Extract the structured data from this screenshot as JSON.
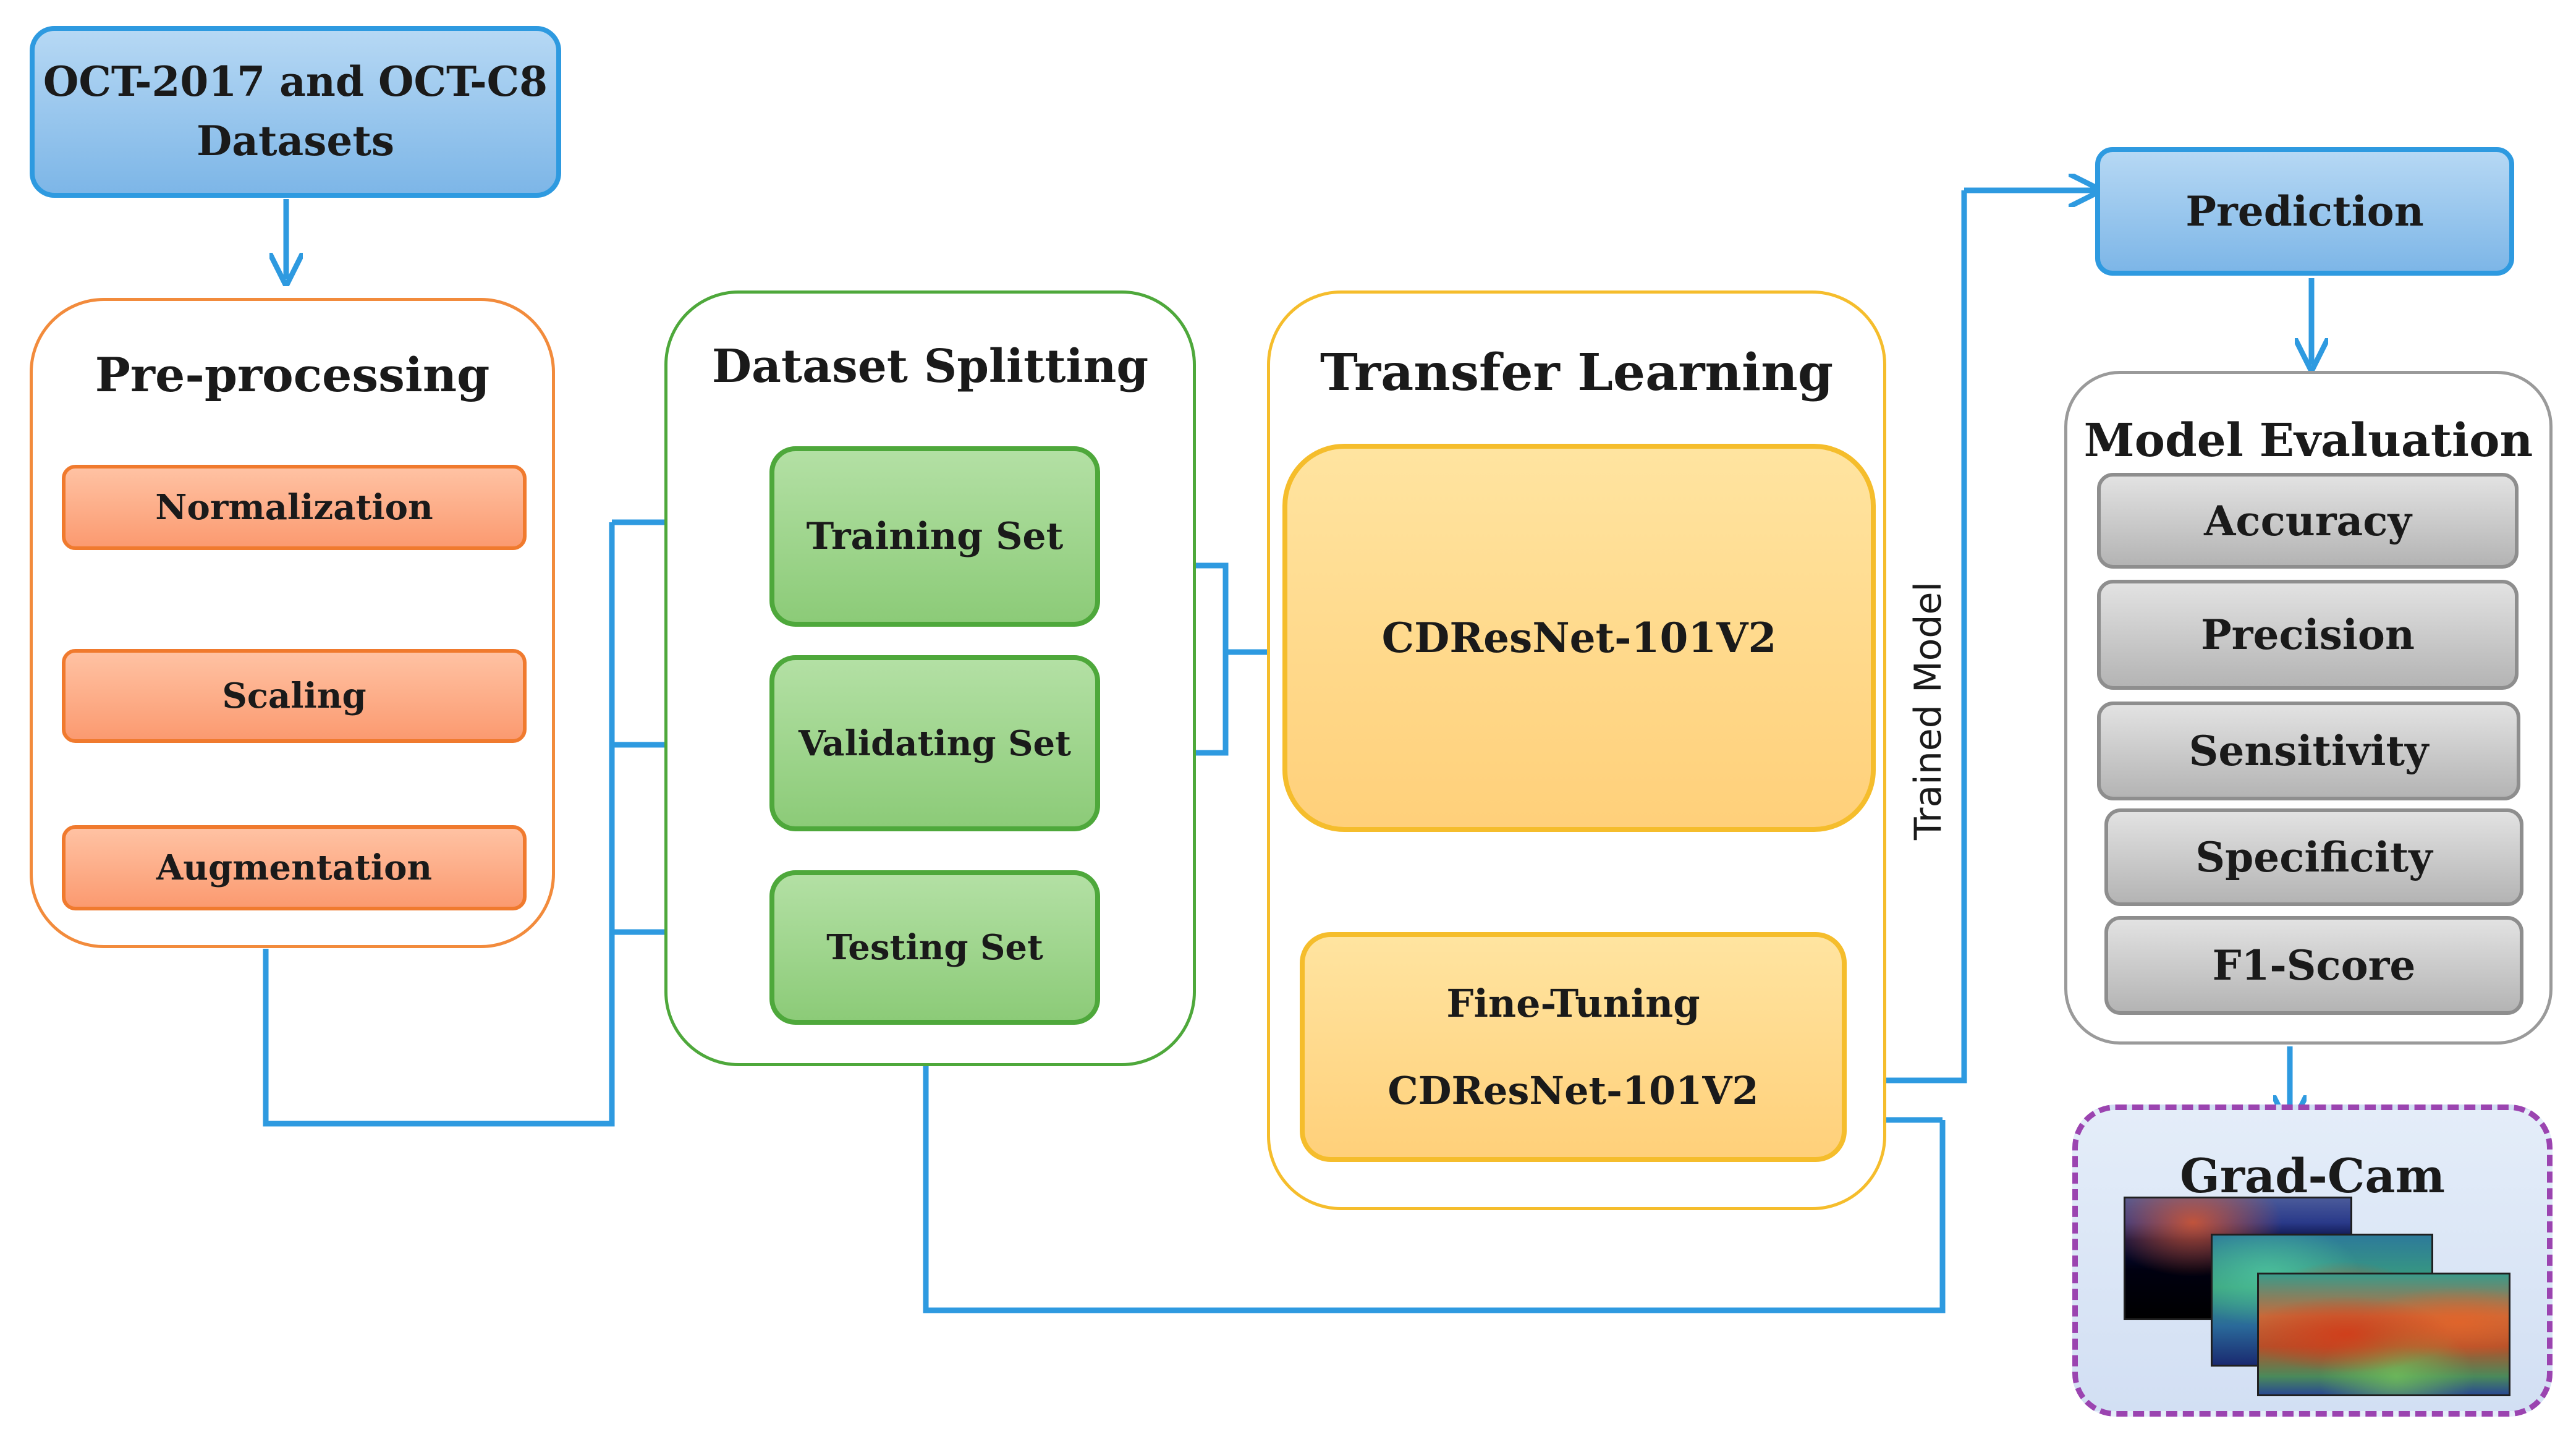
{
  "datasets": {
    "label_line1": "OCT-2017 and OCT-C8",
    "label_line2": "Datasets"
  },
  "preprocessing": {
    "title": "Pre-processing",
    "steps": [
      "Normalization",
      "Scaling",
      "Augmentation"
    ]
  },
  "splitting": {
    "title": "Dataset Splitting",
    "sets": [
      "Training Set",
      "Validating Set",
      "Testing Set"
    ]
  },
  "transfer": {
    "title": "Transfer Learning",
    "model": "CDResNet-101V2",
    "finetune_line1": "Fine-Tuning",
    "finetune_line2": "CDResNet-101V2"
  },
  "trained_model_label": "Trained Model",
  "prediction": {
    "label": "Prediction"
  },
  "evaluation": {
    "title": "Model Evaluation",
    "metrics": [
      "Accuracy",
      "Precision",
      "Sensitivity",
      "Specificity",
      "F1-Score"
    ]
  },
  "gradcam": {
    "title": "Grad-Cam"
  },
  "colors": {
    "arrow": "#2e9ae0",
    "orange_border": "#f28b3c",
    "green_border": "#4ea83b",
    "yellow_border": "#f5bd2c",
    "gray_border": "#9a9a9a",
    "purple_dash": "#9b44b0"
  }
}
